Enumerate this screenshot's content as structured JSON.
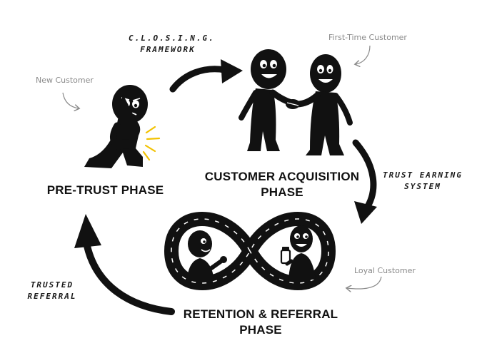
{
  "phases": {
    "pre_trust": "PRE-TRUST PHASE",
    "acquisition_line1": "CUSTOMER ACQUISITION",
    "acquisition_line2": "PHASE",
    "retention_line1": "RETENTION & REFERRAL",
    "retention_line2": "PHASE"
  },
  "transitions": {
    "closing_line1": "C.L.O.S.I.N.G.",
    "closing_line2": "FRAMEWORK",
    "trust_line1": "TRUST EARNING",
    "trust_line2": "SYSTEM",
    "referral_line1": "TRUSTED",
    "referral_line2": "REFERRAL"
  },
  "customer_types": {
    "new": "New Customer",
    "first_time": "First-Time Customer",
    "loyal": "Loyal Customer"
  },
  "colors": {
    "ink": "#111111",
    "note": "#8a8a8a",
    "pain_accent": "#f2c200",
    "background": "#ffffff"
  }
}
